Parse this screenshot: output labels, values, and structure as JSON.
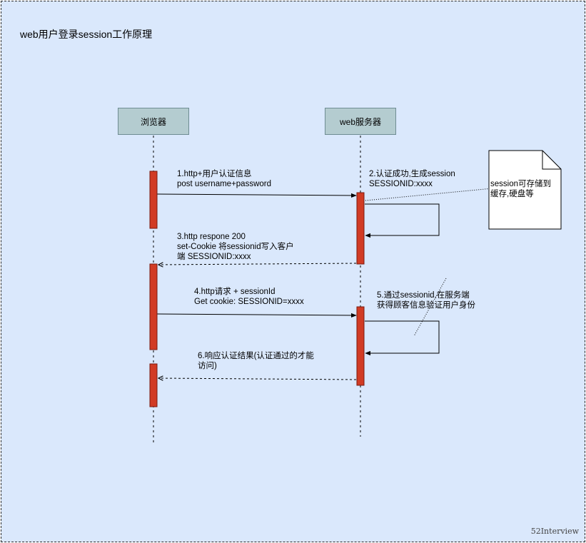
{
  "title": "web用户登录session工作原理",
  "actors": {
    "browser": "浏览器",
    "server": "web服务器"
  },
  "messages": {
    "m1": [
      "1.http+用户认证信息",
      "post username+password"
    ],
    "m2": [
      "2.认证成功,生成session",
      "SESSIONID:xxxx"
    ],
    "m3": [
      "3.http respone 200",
      "set-Cookie 将sessionid写入客户",
      "端 SESSIONID:xxxx"
    ],
    "m4": [
      "4.http请求 + sessionId",
      "Get cookie: SESSIONID=xxxx"
    ],
    "m5": [
      "5.通过sessionid,在服务端",
      "获得顾客信息验证用户身份"
    ],
    "m6": [
      "6.响应认证结果(认证通过的才能",
      "访问)"
    ]
  },
  "note": "session可存储到缓存,硬盘等",
  "watermark": "52Interview",
  "colors": {
    "background": "#dae8fc",
    "actor_fill": "#b4ccd0",
    "activation": "#d13b24",
    "note_fill": "#ffffff"
  }
}
